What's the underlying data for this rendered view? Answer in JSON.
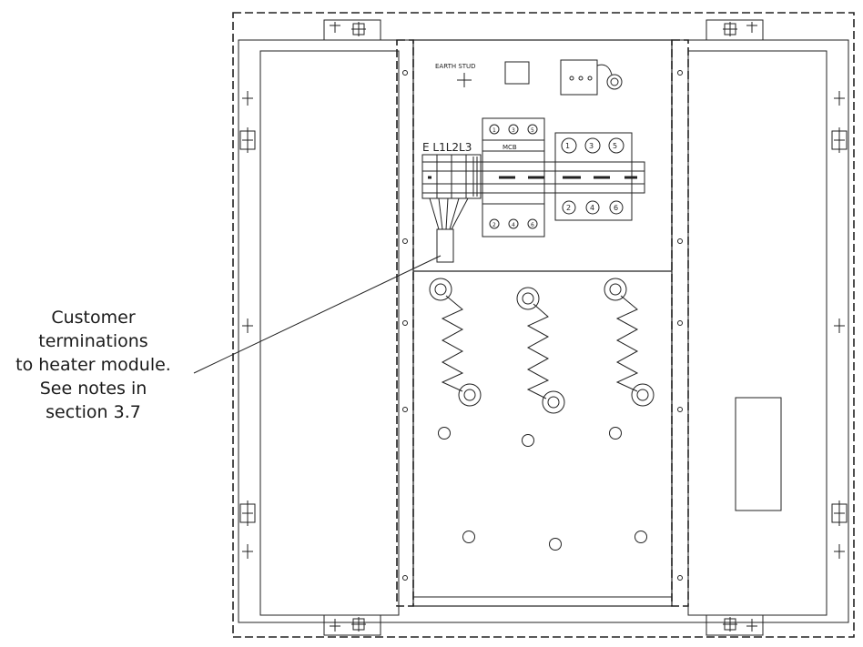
{
  "callout": {
    "lines": [
      "Customer",
      "terminations",
      "to heater module.",
      "See notes in",
      "section 3.7"
    ]
  },
  "labels": {
    "earth_stud": "EARTH STUD",
    "mcb": "MCB",
    "terminal_header": "E L1L2L3",
    "breaker_top": [
      "1",
      "3",
      "5"
    ],
    "breaker_bottom": [
      "2",
      "4",
      "6"
    ],
    "contactor_top": [
      "1",
      "3",
      "5"
    ],
    "contactor_bottom": [
      "2",
      "4",
      "6"
    ]
  },
  "colors": {
    "line": "#222222",
    "background": "#ffffff"
  }
}
